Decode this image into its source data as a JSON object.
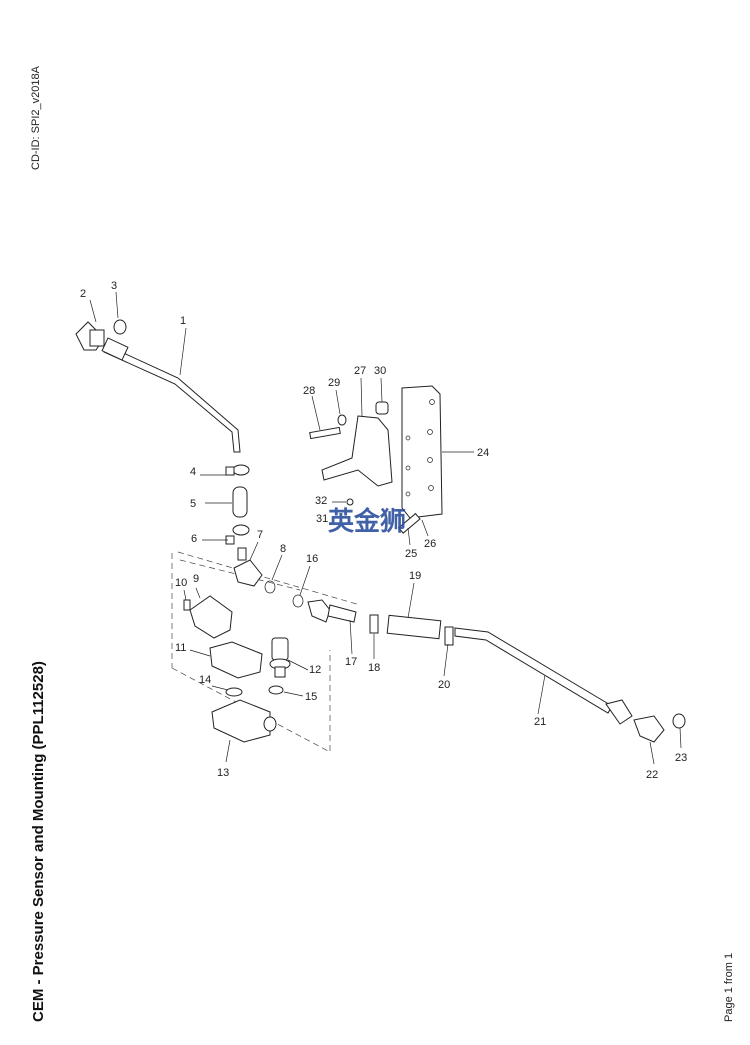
{
  "header": {
    "cd_id": "CD-ID: SPI2_v2018A"
  },
  "title": "CEM - Pressure Sensor and Mounting (PPL112528)",
  "footer": {
    "page": "Page 1 from 1"
  },
  "watermark": "英金狮",
  "callouts": [
    "1",
    "2",
    "3",
    "4",
    "5",
    "6",
    "7",
    "8",
    "9",
    "10",
    "11",
    "12",
    "13",
    "14",
    "15",
    "16",
    "17",
    "18",
    "19",
    "20",
    "21",
    "22",
    "23",
    "24",
    "25",
    "26",
    "27",
    "28",
    "29",
    "30",
    "31",
    "32"
  ]
}
